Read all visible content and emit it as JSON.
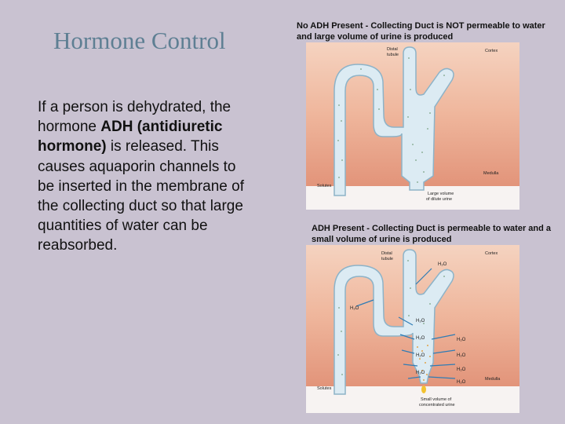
{
  "slide": {
    "title": "Hormone Control",
    "body_pre": "If a person is dehydrated, the hormone ",
    "body_bold": "ADH (antidiuretic hormone)",
    "body_post": " is released.  This causes aquaporin channels to be inserted in the membrane of the collecting duct so that large quantities of water can be reabsorbed."
  },
  "figure_top": {
    "caption": "No ADH Present - Collecting Duct is NOT permeable to water and large volume of urine is produced",
    "labels": {
      "distal_1": "Distal",
      "distal_2": "tubule",
      "cortex": "Cortex",
      "medulla": "Medulla",
      "solutes": "Solutes",
      "urine_1": "Large volume",
      "urine_2": "of dilute urine"
    }
  },
  "figure_bottom": {
    "caption": "ADH Present - Collecting Duct is permeable to water and a small volume of urine is produced",
    "labels": {
      "distal_1": "Distal",
      "distal_2": "tubule",
      "cortex": "Cortex",
      "medulla": "Medulla",
      "solutes": "Solutes",
      "h2o": "H₂O",
      "urine_1": "Small volume of",
      "urine_2": "concentrated urine"
    }
  },
  "colors": {
    "background": "#c9c2d1",
    "title": "#5e7f93",
    "cortex_bg": "#f3cdb8",
    "medulla_bg": "#e49a7e",
    "tube": "#dcebf3",
    "tube_outline": "#8db3c8",
    "arrow": "#2f7cb5"
  }
}
